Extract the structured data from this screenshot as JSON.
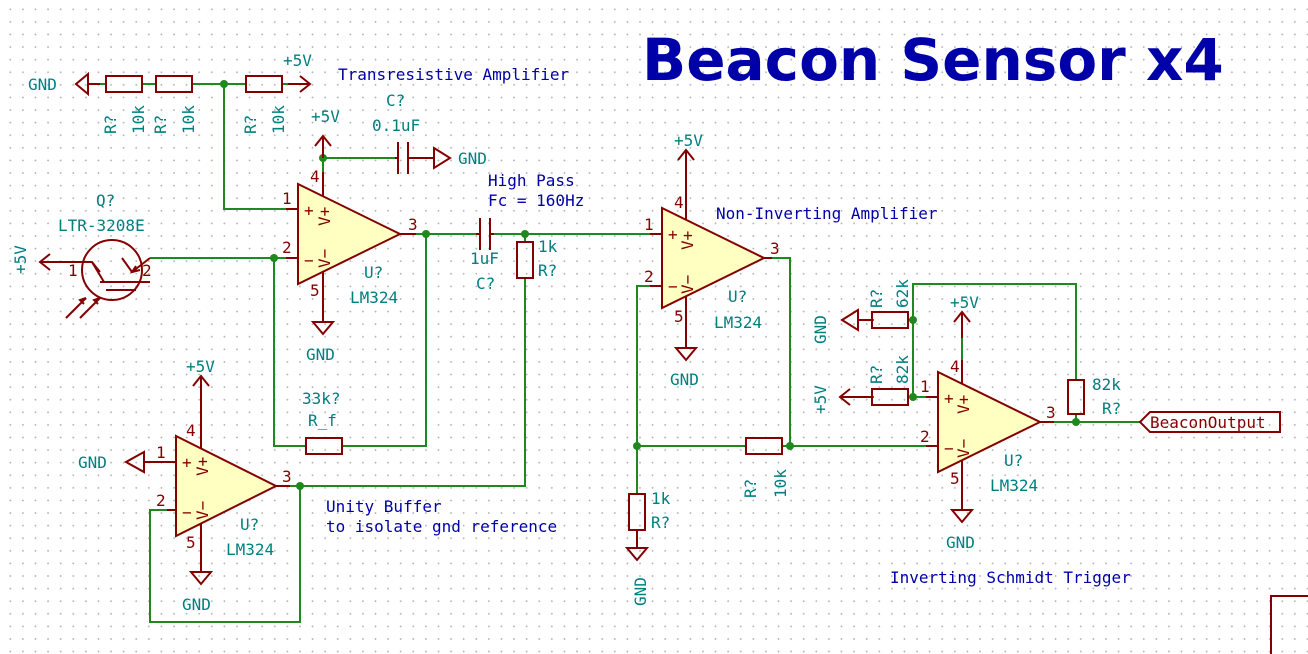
{
  "title": "Beacon Sensor x4",
  "notes": {
    "transresistive": "Transresistive Amplifier",
    "high_pass_1": "High Pass",
    "high_pass_2": "Fc = 160Hz",
    "non_inverting": "Non-Inverting Amplifier",
    "unity_buffer_1": "Unity Buffer",
    "unity_buffer_2": "to isolate gnd reference",
    "schmidt": "Inverting Schmidt Trigger"
  },
  "power": {
    "vcc": "+5V",
    "gnd": "GND"
  },
  "phototransistor": {
    "ref": "Q?",
    "value": "LTR-3208E"
  },
  "opamps": {
    "ref": "U?",
    "value": "LM324",
    "in_plus": "+",
    "in_minus": "−",
    "vplus": "V+",
    "vminus": "V−"
  },
  "resistors": {
    "r_div1": {
      "ref": "R?",
      "value": "10k"
    },
    "r_div2": {
      "ref": "R?",
      "value": "10k"
    },
    "r_div3": {
      "ref": "R?",
      "value": "10k"
    },
    "r_f": {
      "ref": "R_f",
      "value": "33k?"
    },
    "r_hp": {
      "ref": "R?",
      "value": "1k"
    },
    "r_g": {
      "ref": "R?",
      "value": "1k"
    },
    "r_fb2": {
      "ref": "R?",
      "value": "10k"
    },
    "r_gnd3": {
      "ref": "R?",
      "value": "62k"
    },
    "r_vcc3": {
      "ref": "R?",
      "value": "82k"
    },
    "r_hyst": {
      "ref": "R?",
      "value": "82k"
    }
  },
  "capacitors": {
    "c_decouple": {
      "ref": "C?",
      "value": "0.1uF"
    },
    "c_hp": {
      "ref": "C?",
      "value": "1uF"
    }
  },
  "pins": {
    "p1": "1",
    "p2": "2",
    "p3": "3",
    "p4": "4",
    "p5": "5"
  },
  "output_label": "BeaconOutput"
}
